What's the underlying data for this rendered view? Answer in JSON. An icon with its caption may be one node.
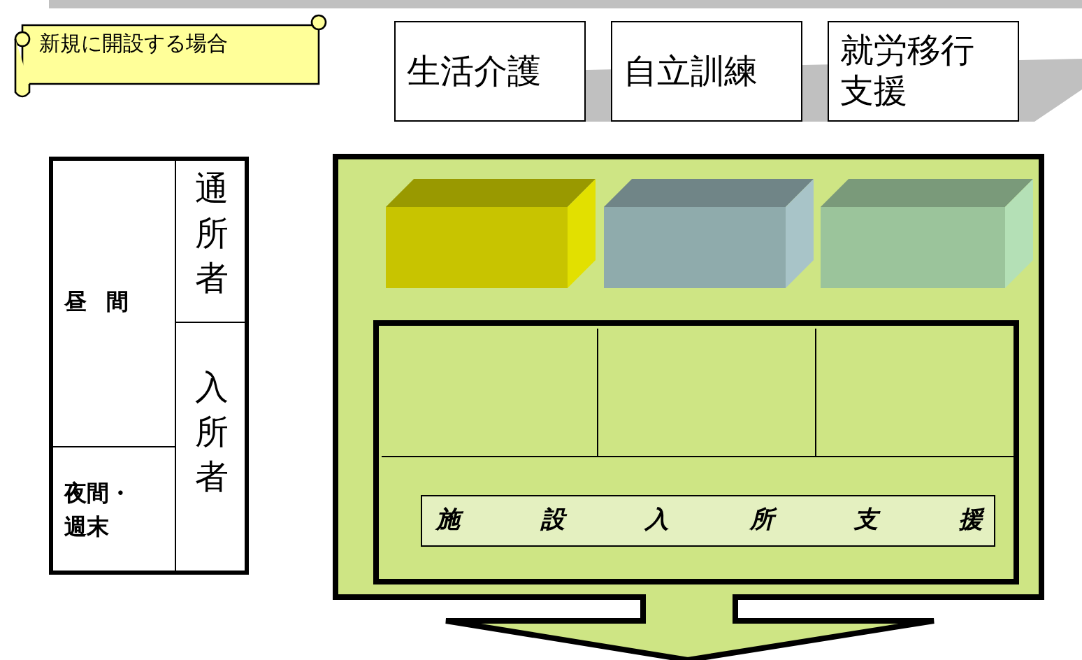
{
  "diagram": {
    "nodes": [
      {
        "text": [
          "新規に開設する場合"
        ]
      },
      {
        "text": [
          "生活介護"
        ]
      },
      {
        "text": [
          "自立訓練"
        ]
      },
      {
        "text": [
          "就労移行支援"
        ]
      },
      {
        "text": [],
        "shape": "arrow"
      },
      {
        "text": [],
        "shape": "box",
        "in": 4
      },
      {
        "text": [],
        "shape": "box",
        "in": 4
      },
      {
        "text": [],
        "shape": "box",
        "in": 4
      },
      {
        "text": [],
        "shape": "box",
        "in": 4
      },
      {
        "text": [],
        "shape": "box",
        "in": 8
      },
      {
        "text": [],
        "shape": "box",
        "in": 8
      },
      {
        "text": [],
        "shape": "box",
        "in": 8
      },
      {
        "text": [
          "施設入所支援"
        ],
        "in": 8
      }
    ],
    "edges": [],
    "labels": [
      "通所者",
      "昼間",
      "入所者",
      "夜間・週末"
    ]
  }
}
